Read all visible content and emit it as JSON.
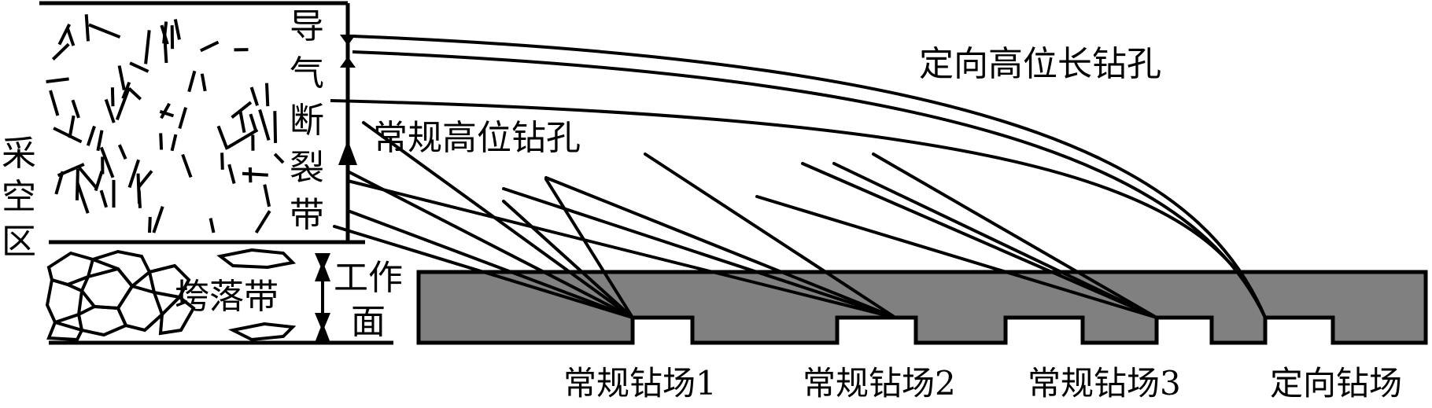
{
  "labels": {
    "gob_area": [
      "采",
      "空",
      "区"
    ],
    "fracture_zone": [
      "导",
      "气",
      "断",
      "裂",
      "带"
    ],
    "caving_zone": "垮落带",
    "working_face": [
      "工作",
      "面"
    ],
    "directional_long_boreholes": "定向高位长钻孔",
    "conventional_high_boreholes": "常规高位钻孔",
    "drilling_sites": [
      "常规钻场1",
      "常规钻场2",
      "常规钻场3",
      "定向钻场"
    ]
  },
  "colors": {
    "line": "#000000",
    "roadway_fill": "#808080",
    "background": "#ffffff"
  }
}
